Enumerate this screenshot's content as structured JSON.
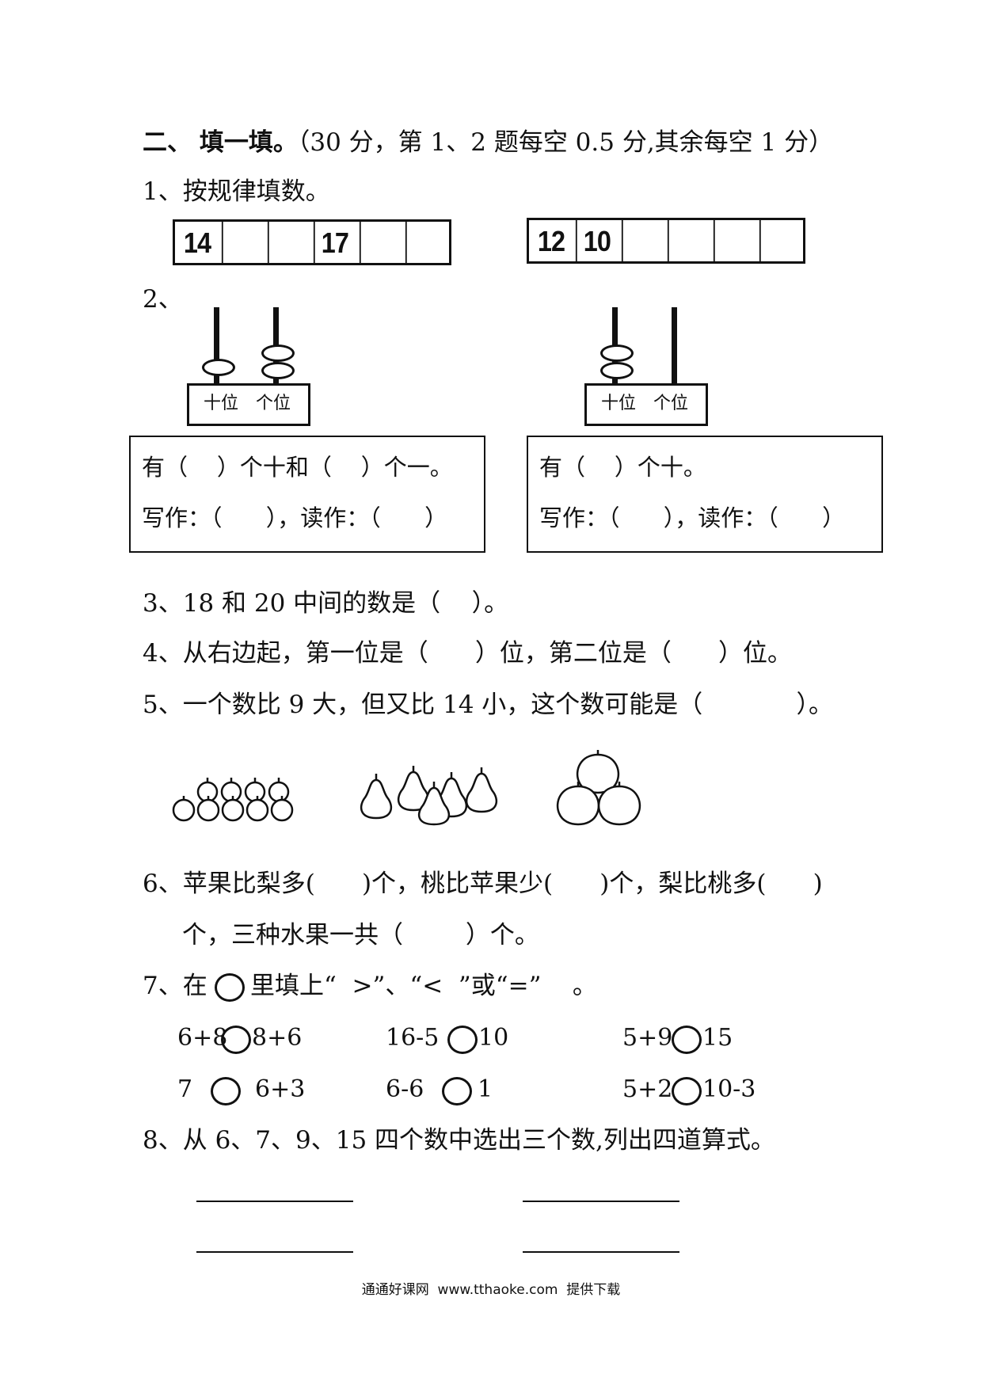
{
  "section": {
    "number": "二、",
    "title": "填一填。",
    "score_note": "（30 分，第 1、2 题每空 0.5 分,其余每空 1 分）"
  },
  "q1": {
    "label": "1、按规律填数。",
    "seq_a": [
      "14",
      "",
      "",
      "17",
      "",
      ""
    ],
    "seq_b": [
      "12",
      "10",
      "",
      "",
      "",
      ""
    ]
  },
  "q2": {
    "label": "2、",
    "abacus_left": {
      "tens_label": "十位",
      "ones_label": "个位",
      "tens_beads": 1,
      "ones_beads": 2
    },
    "abacus_right": {
      "tens_label": "十位",
      "ones_label": "个位",
      "tens_beads": 2,
      "ones_beads": 0
    },
    "box_left": {
      "line1": "有（    ）个十和（    ）个一。",
      "line2": "写作：（      ），读作：（      ）"
    },
    "box_right": {
      "line1": "有（    ）个十。",
      "line2": "写作：（      ），读作：（      ）"
    }
  },
  "q3": "3、18 和 20 中间的数是（    ）。",
  "q4": "4、从右边起，第一位是（      ）位，第二位是（      ）位。",
  "q5": "5、一个数比 9 大，但又比 14 小，这个数可能是（            ）。",
  "fruits": {
    "apples": 9,
    "pears": 5,
    "peaches": 3
  },
  "q6": {
    "line1": "6、苹果比梨多(      )个，桃比苹果少(      )个，梨比桃多(      )",
    "line2": "个，三种水果一共（        ）个。"
  },
  "q7": {
    "label_pre": "7、在",
    "label_post": "里填上“  >”、“<  ”或“=”    。",
    "rows": [
      [
        {
          "left": "6+8",
          "right": "8+6"
        },
        {
          "left": "16-5",
          "right": "10"
        },
        {
          "left": "5+9",
          "right": "15"
        }
      ],
      [
        {
          "left": "7",
          "right": "6+3"
        },
        {
          "left": "6-6",
          "right": "1"
        },
        {
          "left": "5+2",
          "right": "10-3"
        }
      ]
    ]
  },
  "q8": "8、从 6、7、9、15 四个数中选出三个数,列出四道算式。",
  "footer": "通通好课网  www.tthaoke.com  提供下载"
}
